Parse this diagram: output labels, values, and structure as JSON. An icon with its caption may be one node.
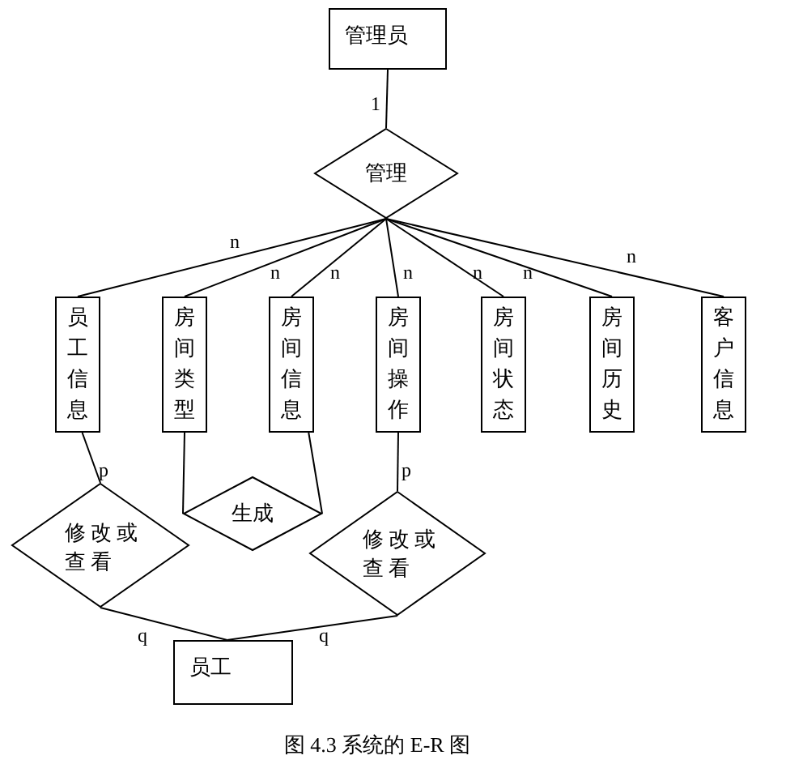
{
  "diagram": {
    "caption": "图 4.3 系统的 E-R 图",
    "nodes": [
      {
        "text": [
          "管理员"
        ]
      },
      {
        "text": [
          "管理"
        ]
      },
      {
        "text": [
          "员工信息"
        ]
      },
      {
        "text": [
          "房间类型"
        ]
      },
      {
        "text": [
          "房间信息"
        ]
      },
      {
        "text": [
          "房间操作"
        ]
      },
      {
        "text": [
          "房间状态"
        ]
      },
      {
        "text": [
          "房间历史"
        ]
      },
      {
        "text": [
          "客户信息"
        ]
      },
      {
        "text": [
          "修改或查看"
        ]
      },
      {
        "text": [
          "生成"
        ]
      },
      {
        "text": [
          "修改或查看"
        ]
      },
      {
        "text": [
          "员工"
        ]
      }
    ],
    "edges": [
      {
        "from": 0,
        "to": 1,
        "arrow": "none",
        "label": "1"
      },
      {
        "from": 1,
        "to": 2,
        "arrow": "none",
        "label": "n"
      },
      {
        "from": 1,
        "to": 3,
        "arrow": "none",
        "label": "n"
      },
      {
        "from": 1,
        "to": 4,
        "arrow": "none",
        "label": "n"
      },
      {
        "from": 1,
        "to": 5,
        "arrow": "none",
        "label": "n"
      },
      {
        "from": 1,
        "to": 6,
        "arrow": "none",
        "label": "n"
      },
      {
        "from": 1,
        "to": 7,
        "arrow": "none",
        "label": "n"
      },
      {
        "from": 1,
        "to": 8,
        "arrow": "none",
        "label": "n"
      },
      {
        "from": 2,
        "to": 9,
        "arrow": "none",
        "label": "p"
      },
      {
        "from": 3,
        "to": 10,
        "arrow": "none"
      },
      {
        "from": 4,
        "to": 10,
        "arrow": "none"
      },
      {
        "from": 5,
        "to": 11,
        "arrow": "none",
        "label": "p"
      },
      {
        "from": 9,
        "to": 12,
        "arrow": "none",
        "label": "q"
      },
      {
        "from": 11,
        "to": 12,
        "arrow": "none",
        "label": "q"
      }
    ]
  }
}
